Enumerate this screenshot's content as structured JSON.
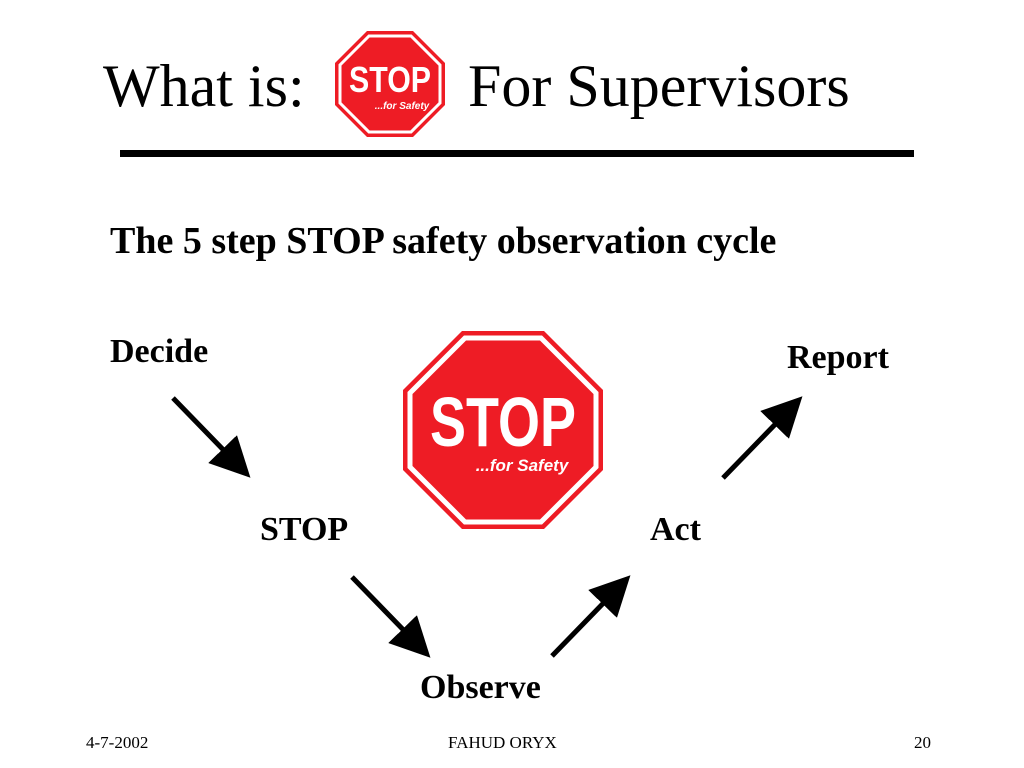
{
  "slide": {
    "title_prefix": "What is:",
    "title_suffix": "For Supervisors",
    "subtitle": "The 5 step STOP safety observation cycle"
  },
  "logo": {
    "main_text": "STOP",
    "sub_text": "...for Safety",
    "fill_color": "#ee1c25",
    "border_color": "#ee1c25",
    "inner_border_color": "#ffffff"
  },
  "cycle": {
    "steps": [
      {
        "label": "Decide"
      },
      {
        "label": "STOP"
      },
      {
        "label": "Observe"
      },
      {
        "label": "Act"
      },
      {
        "label": "Report"
      }
    ]
  },
  "footer": {
    "date": "4-7-2002",
    "organization": "FAHUD ORYX",
    "page_number": "20"
  }
}
